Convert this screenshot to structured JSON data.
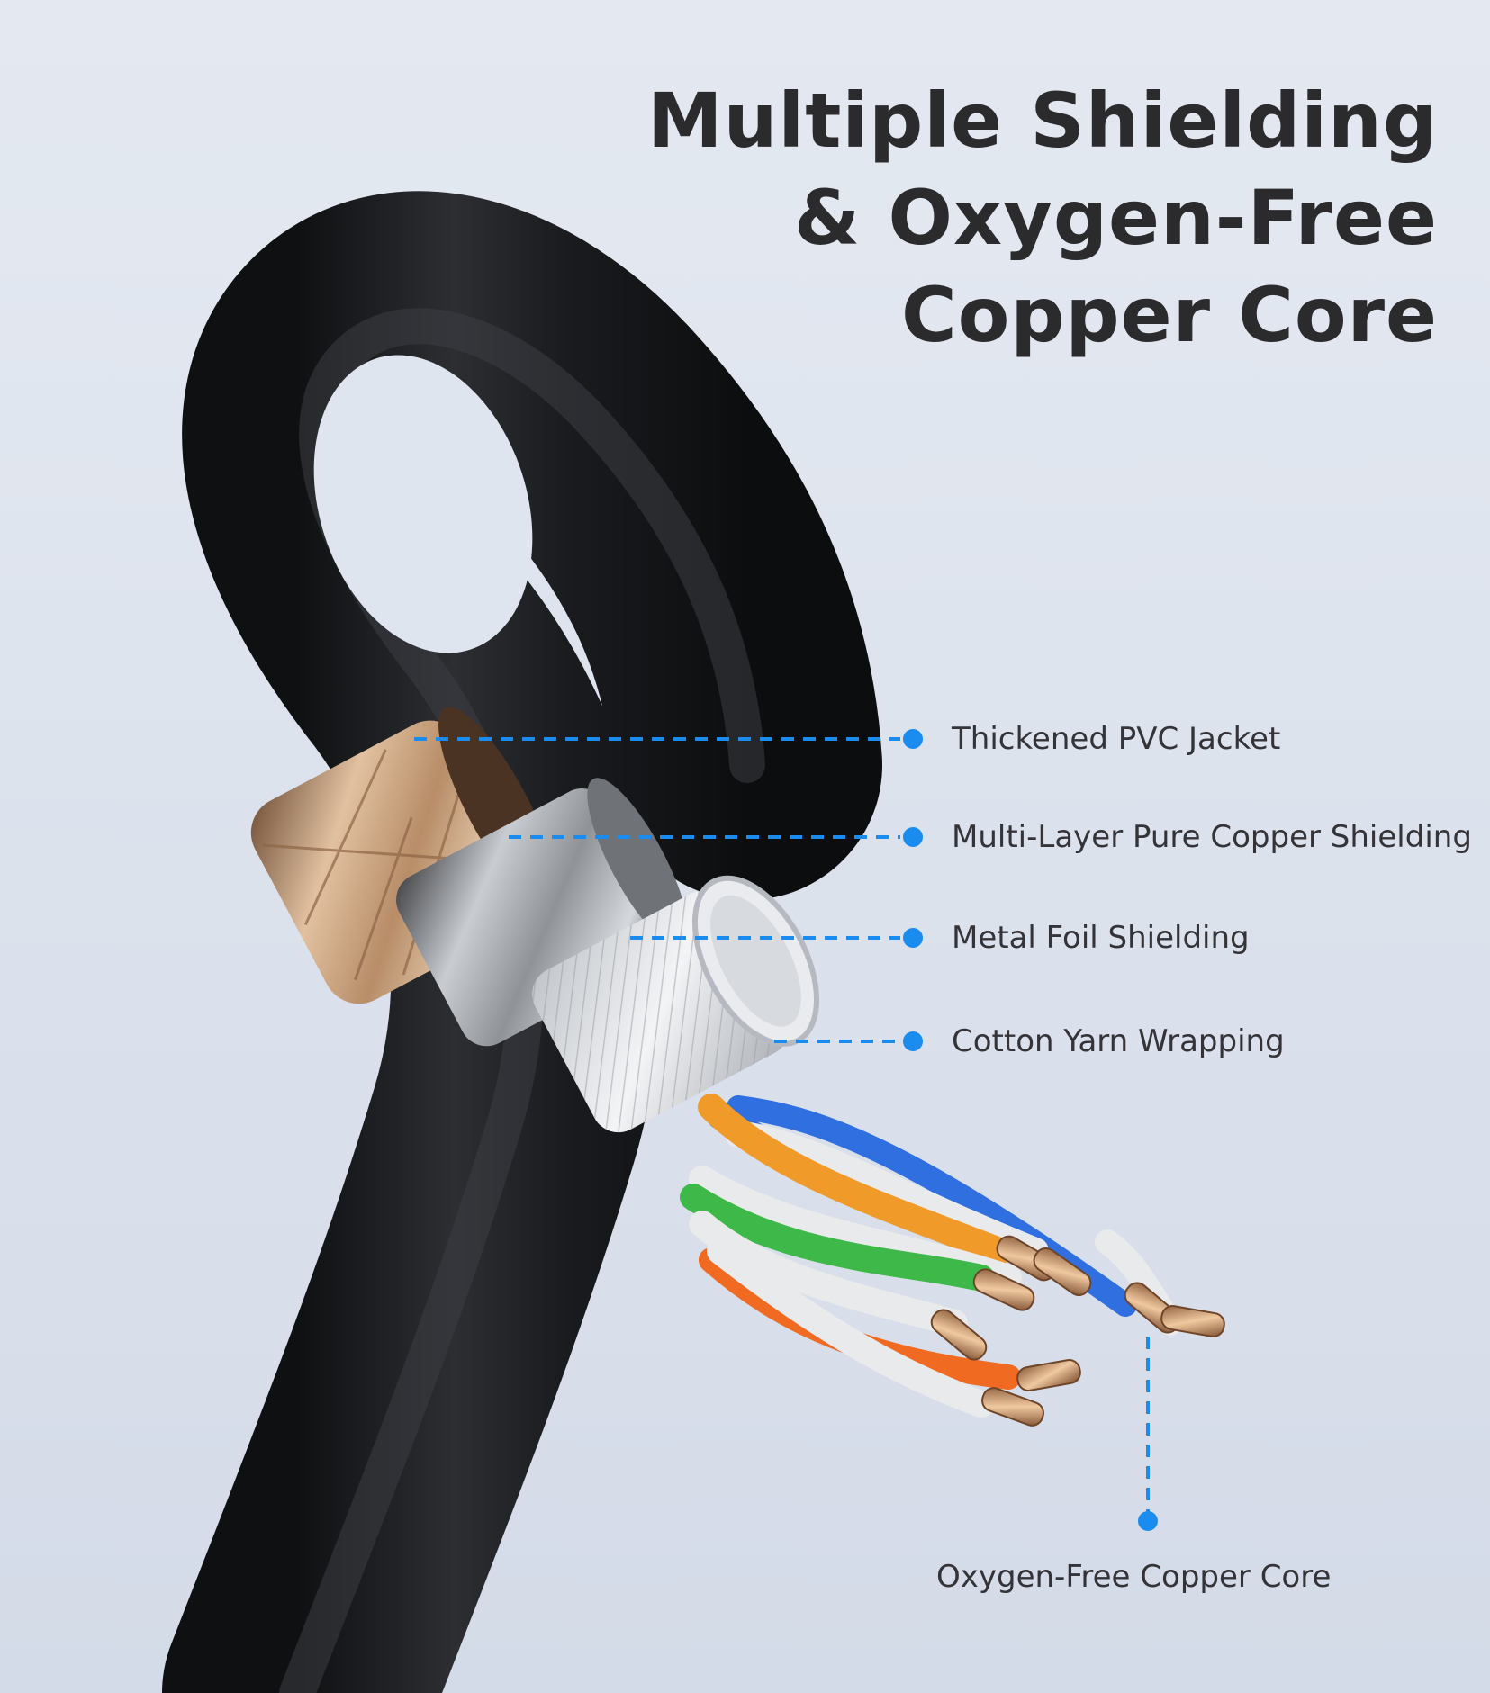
{
  "title": {
    "line1": "Multiple Shielding",
    "line2": "& Oxygen-Free",
    "line3": "Copper Core"
  },
  "callouts": {
    "jacket": "Thickened PVC Jacket",
    "copper_shield": "Multi-Layer Pure Copper Shielding",
    "foil": "Metal Foil Shielding",
    "yarn": "Cotton Yarn Wrapping",
    "core": "Oxygen-Free Copper Core"
  },
  "colors": {
    "callout_blue": "#1a8cf0",
    "title": "#2b2b2e",
    "jacket": "#1c1d20",
    "copper": "#b98a63"
  }
}
